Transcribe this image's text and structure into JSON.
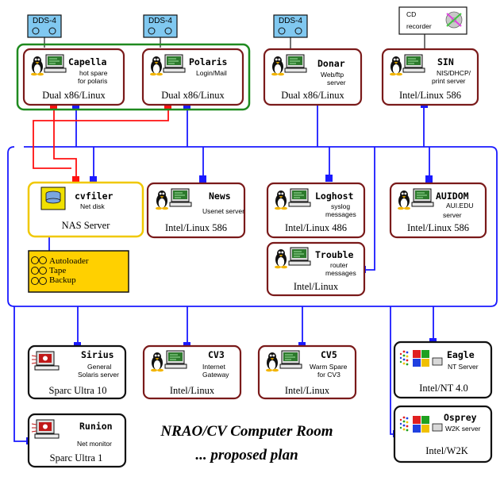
{
  "dds_label": "DDS-4",
  "cd": {
    "line1": "CD",
    "line2": "recorder"
  },
  "nodes": {
    "capella": {
      "name": "Capella",
      "sub1": "hot spare",
      "sub2": "for polaris",
      "os": "Dual x86/Linux"
    },
    "polaris": {
      "name": "Polaris",
      "sub1": "Login/Mail",
      "os": "Dual x86/Linux"
    },
    "donar": {
      "name": "Donar",
      "sub1": "Web/ftp",
      "sub2": "server",
      "os": "Dual x86/Linux"
    },
    "sin": {
      "name": "SIN",
      "sub1": "NIS/DHCP/",
      "sub2": "print server",
      "os": "Intel/Linux 586"
    },
    "cvfiler": {
      "name": "cvfiler",
      "sub1": "Net disk",
      "os": "NAS Server"
    },
    "news": {
      "name": "News",
      "sub1": "Usenet server",
      "os": "Intel/Linux 586"
    },
    "loghost": {
      "name": "Loghost",
      "sub1": "syslog",
      "sub2": "messages",
      "os": "Intel/Linux 486"
    },
    "auidom": {
      "name": "AUIDOM",
      "sub1": "AUI.EDU",
      "sub2": "server",
      "os": "Intel/Linux 586"
    },
    "trouble": {
      "name": "Trouble",
      "sub1": "router",
      "sub2": "messages",
      "os": "Intel/Linux"
    },
    "sirius": {
      "name": "Sirius",
      "sub1": "General",
      "sub2": "Solaris server",
      "os": "Sparc Ultra 10"
    },
    "cv3": {
      "name": "CV3",
      "sub1": "Internet",
      "sub2": "Gateway",
      "os": "Intel/Linux"
    },
    "cv5": {
      "name": "CV5",
      "sub1": "Warm Spare",
      "sub2": "for CV3",
      "os": "Intel/Linux"
    },
    "eagle": {
      "name": "Eagle",
      "sub1": "NT Server",
      "os": "Intel/NT 4.0"
    },
    "runion": {
      "name": "Runion",
      "sub1": "Net monitor",
      "os": "Sparc Ultra 1"
    },
    "osprey": {
      "name": "Osprey",
      "sub1": "W2K server",
      "os": "Intel/W2K"
    }
  },
  "tape": {
    "line1": "Autoloader",
    "line2": "Tape",
    "line3": "Backup"
  },
  "title": {
    "line1": "NRAO/CV Computer Room",
    "line2": "... proposed plan"
  },
  "colors": {
    "network": "#1a1aff",
    "storage_link": "#ff1010",
    "cluster_frame": "#1f8a1f",
    "nas_frame": "#f0c800",
    "tape_fill": "#ffd000",
    "dds_fill": "#80c8f0"
  }
}
